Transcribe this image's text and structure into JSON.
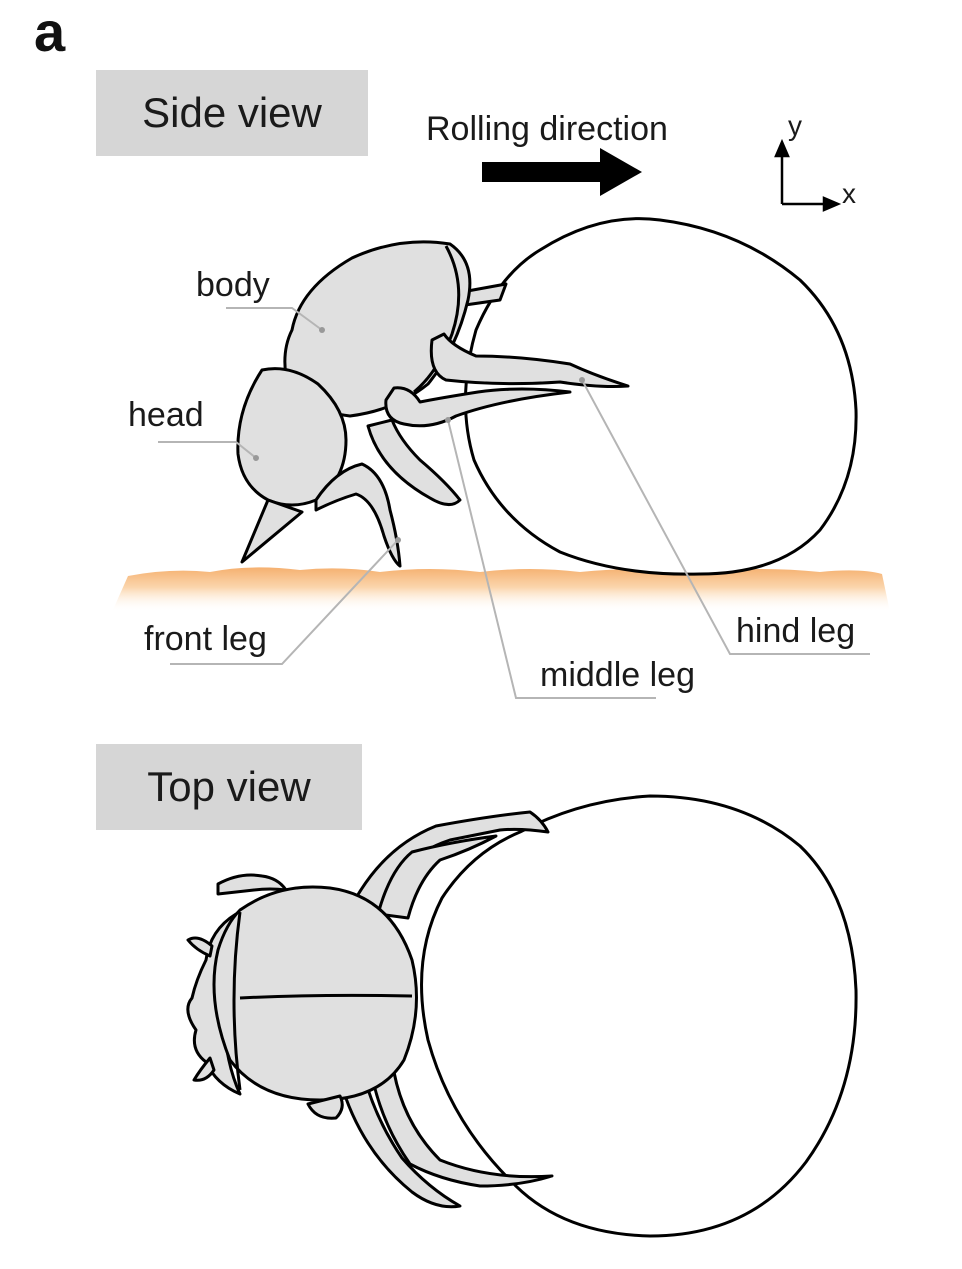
{
  "panel_label": "a",
  "side_view": {
    "title": "Side view",
    "rolling_direction": "Rolling direction",
    "axis_y": "y",
    "axis_x": "x",
    "labels": {
      "body": "body",
      "head": "head",
      "front_leg": "front leg",
      "middle_leg": "middle leg",
      "hind_leg": "hind leg"
    }
  },
  "top_view": {
    "title": "Top view"
  },
  "colors": {
    "beetle_fill": "#e0e0e0",
    "ground": "#f5b070",
    "label_box": "#d6d6d6",
    "leader_line": "#b5b5b5"
  }
}
